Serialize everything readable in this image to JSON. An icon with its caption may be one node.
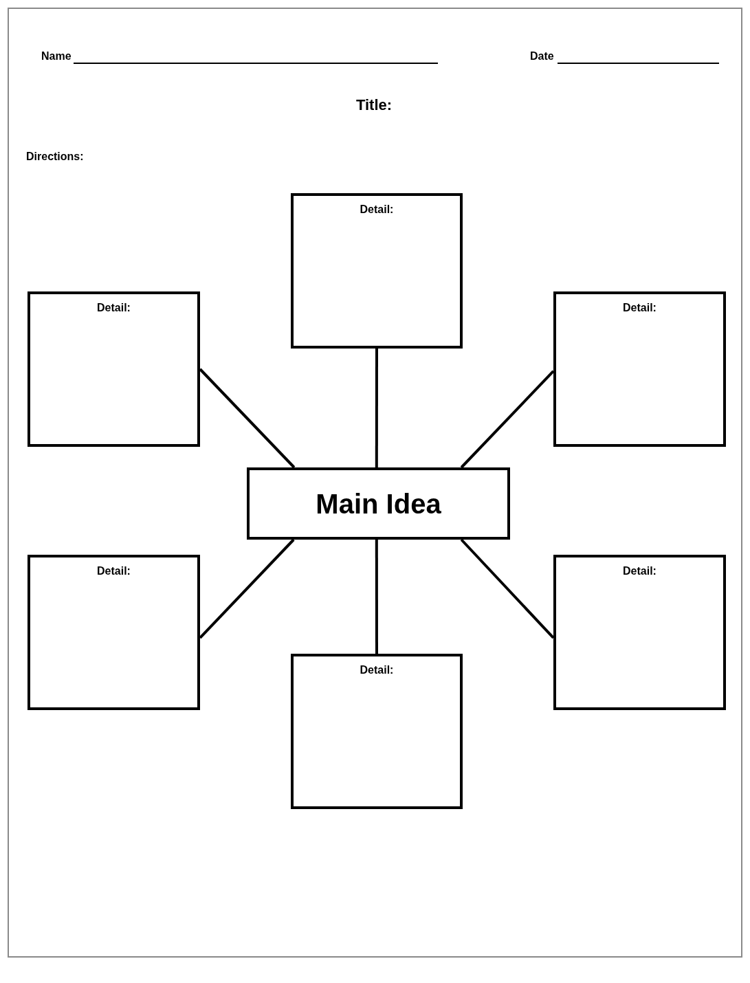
{
  "diagram": {
    "nodes": [
      {
        "text": [
          "Detail:"
        ]
      },
      {
        "text": [
          "Detail:"
        ]
      },
      {
        "text": [
          "Detail:"
        ]
      },
      {
        "text": [
          "Main Idea"
        ]
      },
      {
        "text": [
          "Detail:"
        ]
      },
      {
        "text": [
          "Detail:"
        ]
      },
      {
        "text": [
          "Detail:"
        ]
      }
    ],
    "edges": [
      {
        "from": 3,
        "to": 0,
        "arrow": "none"
      },
      {
        "from": 3,
        "to": 1,
        "arrow": "none"
      },
      {
        "from": 3,
        "to": 2,
        "arrow": "none"
      },
      {
        "from": 3,
        "to": 4,
        "arrow": "none"
      },
      {
        "from": 3,
        "to": 5,
        "arrow": "none"
      },
      {
        "from": 3,
        "to": 6,
        "arrow": "none"
      }
    ],
    "labels": [
      "Name",
      "Date",
      "Title:",
      "Directions:"
    ]
  }
}
